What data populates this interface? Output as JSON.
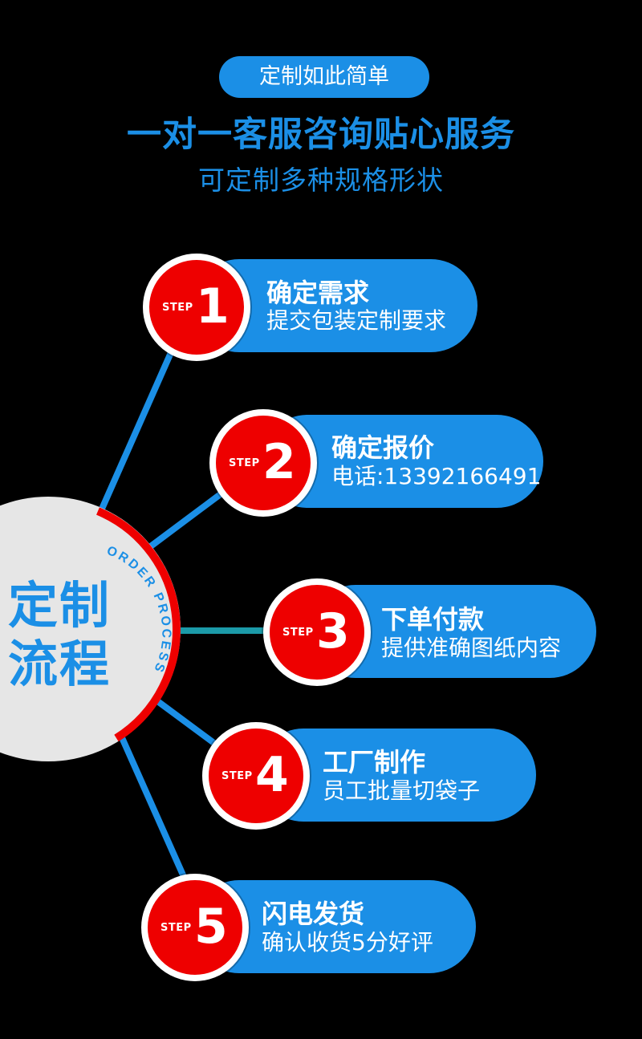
{
  "header": {
    "badge": "定制如此简单",
    "headline": "一对一客服咨询贴心服务",
    "subline": "可定制多种规格形状"
  },
  "hub": {
    "line1": "定制",
    "line2": "流程",
    "arc_text": "ORDER PROCESS"
  },
  "steps": [
    {
      "word": "STEP",
      "num": "1",
      "title": "确定需求",
      "desc": "提交包装定制要求"
    },
    {
      "word": "STEP",
      "num": "2",
      "title": "确定报价",
      "desc": "电话:13392166491"
    },
    {
      "word": "STEP",
      "num": "3",
      "title": "下单付款",
      "desc": "提供准确图纸内容"
    },
    {
      "word": "STEP",
      "num": "4",
      "title": "工厂制作",
      "desc": "员工批量切袋子"
    },
    {
      "word": "STEP",
      "num": "5",
      "title": "闪电发货",
      "desc": "确认收货5分好评"
    }
  ],
  "colors": {
    "background": "#000000",
    "accent_blue": "#1b8fe6",
    "step_red": "#ee0000",
    "hub_gray": "#e6e6e6",
    "connector_teal": "#1b9aa8"
  }
}
